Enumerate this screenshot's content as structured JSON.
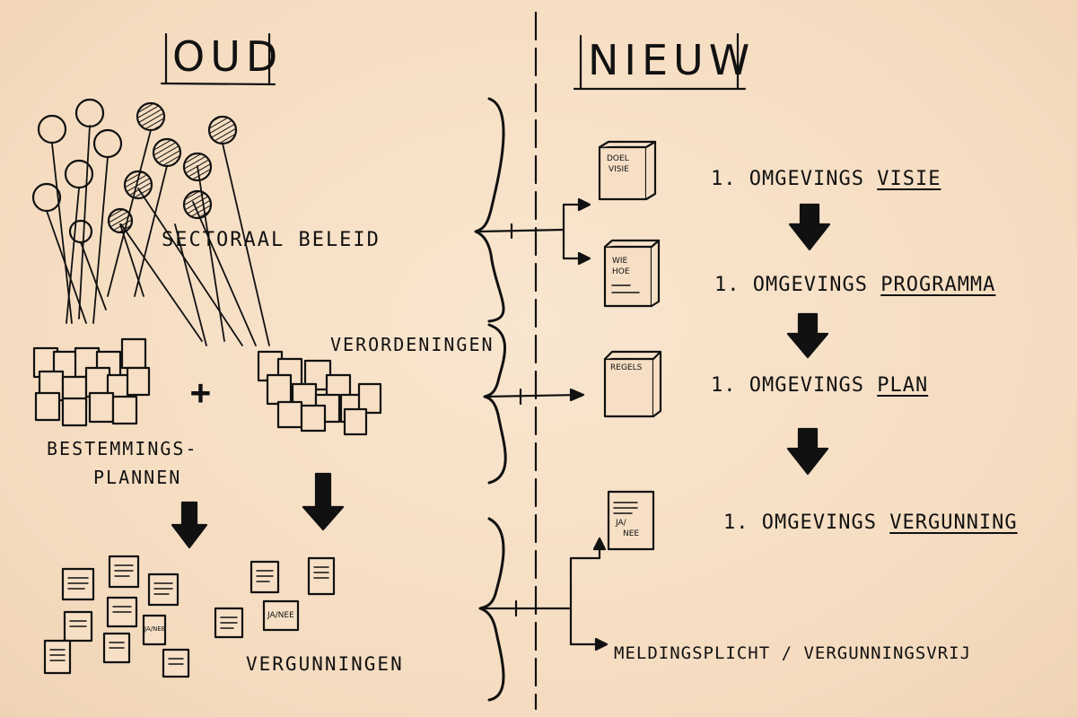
{
  "headers": {
    "old": "OUD",
    "new": "NIEUW"
  },
  "old": {
    "sectoral_policy": "SECTORAAL BELEID",
    "ordinances": "VERORDENINGEN",
    "zoning_plans_line1": "BESTEMMINGS-",
    "zoning_plans_line2": "PLANNEN",
    "plus": "+",
    "permits": "VERGUNNINGEN",
    "card_label": "JA/NEE"
  },
  "new": {
    "doc1_line1": "DOEL",
    "doc1_line2": "VISIE",
    "doc2_line1": "WIE",
    "doc2_line2": "HOE",
    "doc3": "REGELS",
    "doc4_line1": "JA/",
    "doc4_line2": "NEE",
    "steps": [
      {
        "num": "1.",
        "prefix": "OMGEVINGS",
        "term": "VISIE"
      },
      {
        "num": "1.",
        "prefix": "OMGEVINGS",
        "term": "PROGRAMMA"
      },
      {
        "num": "1.",
        "prefix": "OMGEVINGS",
        "term": "PLAN"
      },
      {
        "num": "1.",
        "prefix": "OMGEVINGS",
        "term": "VERGUNNING"
      }
    ],
    "notification": "MELDINGSPLICHT / VERGUNNINGSVRIJ"
  },
  "colors": {
    "paper": "#f6dfc4",
    "ink": "#111111"
  }
}
